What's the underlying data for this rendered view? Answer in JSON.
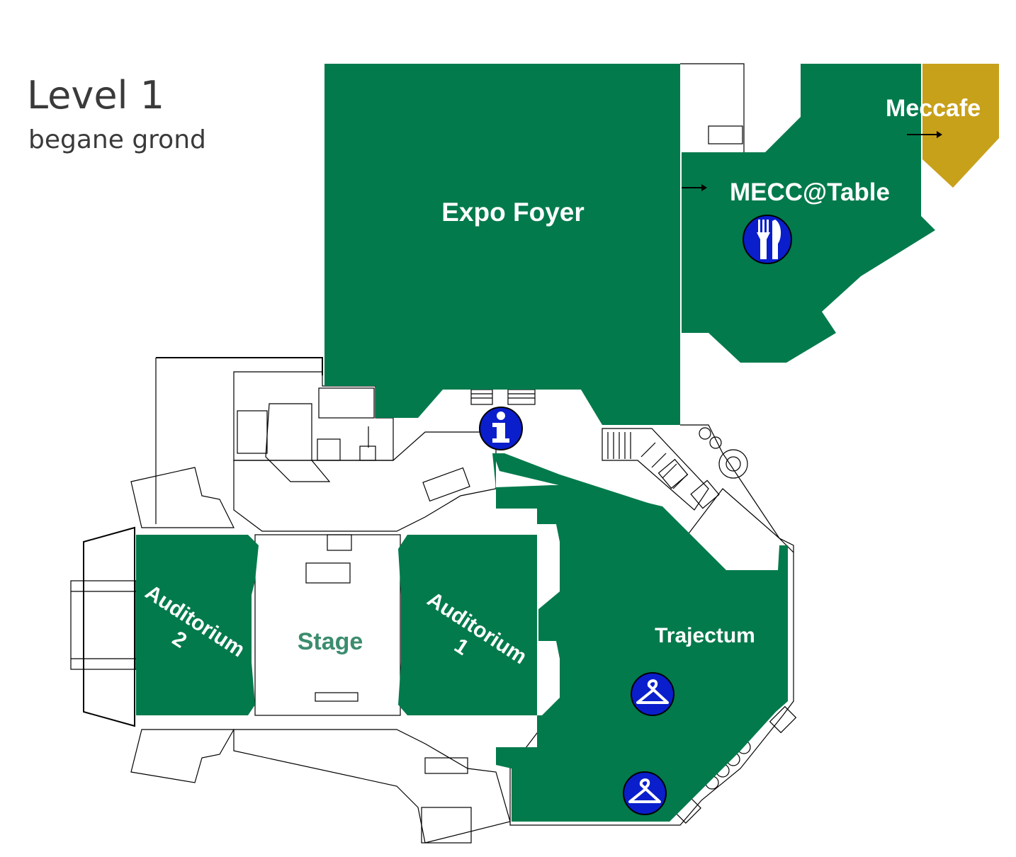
{
  "header": {
    "title": "Level 1",
    "subtitle": "begane grond"
  },
  "areas": {
    "expo_foyer": "Expo Foyer",
    "mecc_table": "MECC@Table",
    "meccafe": "Meccafe",
    "trajectum": "Trajectum",
    "stage": "Stage",
    "auditorium_1_line1": "Auditorium",
    "auditorium_1_line2": "1",
    "auditorium_2_line1": "Auditorium",
    "auditorium_2_line2": "2"
  },
  "icons": {
    "info": "info-icon",
    "restaurant": "fork-knife-icon",
    "cloakroom": "coat-hanger-icon"
  },
  "colors": {
    "room_green": "#027A4C",
    "meccafe_gold": "#C8A11B",
    "icon_blue": "#0A1ECC",
    "stage_text": "#3C8C6E",
    "title_text": "#3a3a3a"
  }
}
